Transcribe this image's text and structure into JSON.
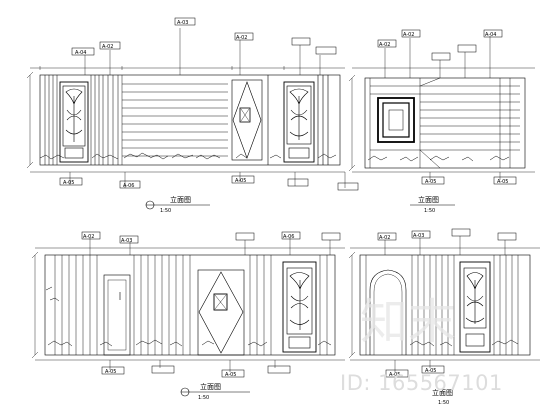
{
  "drawing": {
    "line_color": "#000000",
    "background": "#ffffff",
    "panels": [
      {
        "id": "A",
        "title": "立面图",
        "scale": "1:50",
        "tags": [
          "A-04",
          "A-02",
          "A-03",
          "A-05",
          "A-06",
          "A-02",
          "A-05"
        ]
      },
      {
        "id": "B",
        "title": "立面图",
        "scale": "1:50",
        "tags": [
          "A-02",
          "A-02",
          "A-04",
          "A-05",
          "A-05"
        ]
      },
      {
        "id": "C",
        "title": "立面图",
        "scale": "1:50",
        "tags": [
          "A-02",
          "A-03",
          "A-05",
          "A-05",
          "A-06"
        ]
      },
      {
        "id": "D",
        "title": "立面图",
        "scale": "1:50",
        "tags": [
          "A-02",
          "A-03",
          "A-05",
          "A-05"
        ]
      }
    ]
  },
  "watermark": {
    "logo_text": "知末",
    "id_text": "ID: 165567101",
    "color": "#dddddd"
  }
}
